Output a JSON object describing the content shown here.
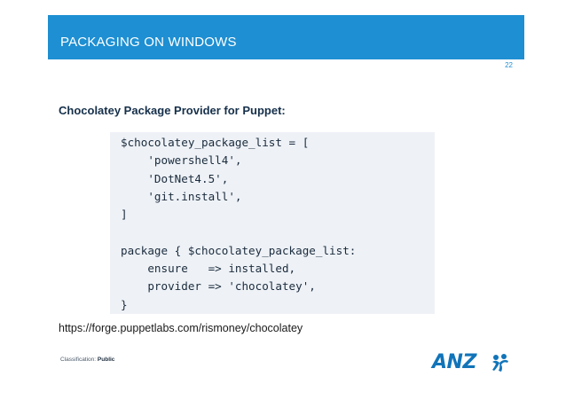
{
  "slide": {
    "title": "PACKAGING ON WINDOWS",
    "page_number": "22",
    "heading": "Chocolatey Package Provider for Puppet:",
    "code_lines": [
      "$chocolatey_package_list = [",
      "    'powershell4',",
      "    'DotNet4.5',",
      "    'git.install',",
      "]",
      "",
      "package { $chocolatey_package_list:",
      "    ensure   => installed,",
      "    provider => 'chocolatey',",
      "}"
    ],
    "url": "https://forge.puppetlabs.com/rismoney/chocolatey",
    "classification_label": "Classification:",
    "classification_value": "Public",
    "logo_text": "ANZ",
    "logo_icon": "anz-people-icon"
  },
  "colors": {
    "header": "#1e8fd2",
    "code_bg": "#eef2f7",
    "heading": "#16304a",
    "logo": "#1174b9"
  }
}
